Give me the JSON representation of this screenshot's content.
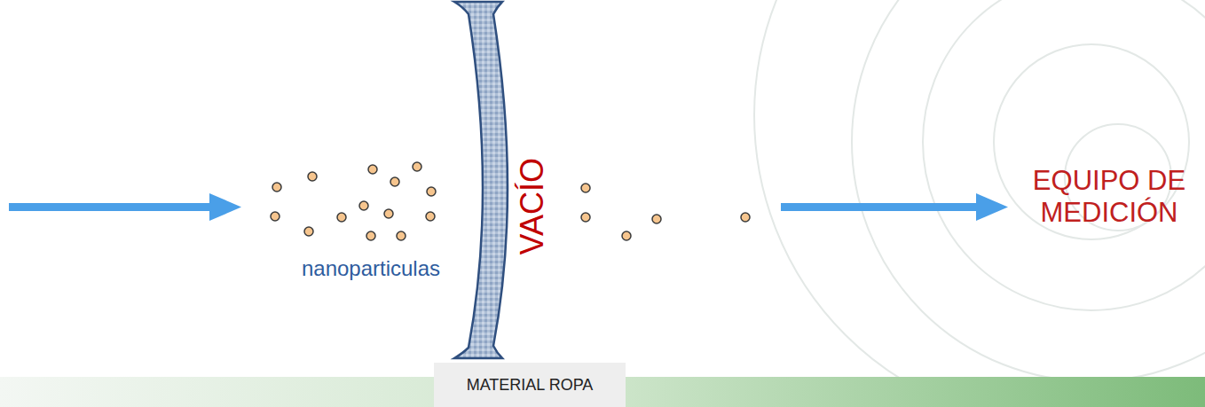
{
  "diagram": {
    "nodes": [
      {
        "text": [
          "MATERIAL ROPA"
        ]
      }
    ],
    "labels": [
      "nanoparticulas",
      "VACÍO",
      "EQUIPO DE MEDICIÓN"
    ]
  }
}
